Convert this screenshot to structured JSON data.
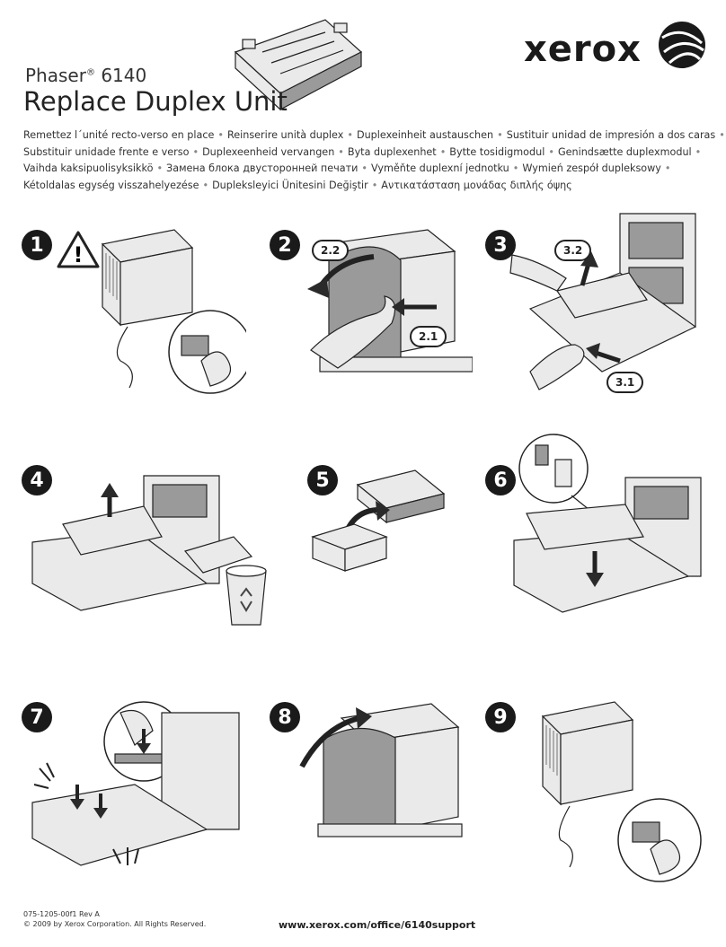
{
  "brand": {
    "name": "xerox",
    "logo_icon": "xerox-sphere-icon"
  },
  "product": {
    "model": "Phaser",
    "registered": "®",
    "number": "6140"
  },
  "title": "Replace Duplex Unit",
  "translations": [
    [
      "Remettez l´unité recto-verso en place",
      "Reinserire unità duplex",
      "Duplexeinheit austauschen",
      "Sustituir unidad de impresión a dos caras"
    ],
    [
      "Substituir unidade frente e verso",
      "Duplexeenheid vervangen",
      "Byta duplexenhet",
      "Bytte tosidigmodul",
      "Genindsætte duplexmodul"
    ],
    [
      "Vaihda kaksipuolisyksikkö",
      "Замена блока двусторонней печати",
      "Vyměňte duplexní jednotku",
      "Wymień zespół dupleksowy"
    ],
    [
      "Kétoldalas egység visszahelyezése",
      "Dupleksleyici Ünitesini Değiştir",
      "Αντικατάσταση μονάδας διπλής όψης"
    ]
  ],
  "separator": "•",
  "steps": [
    {
      "num": "1",
      "icon": "warning-triangle-icon",
      "warning_glyph": "!"
    },
    {
      "num": "2",
      "callouts": [
        "2.2",
        "2.1"
      ]
    },
    {
      "num": "3",
      "callouts": [
        "3.2",
        "3.1"
      ]
    },
    {
      "num": "4",
      "icon": "recycle-bin-icon"
    },
    {
      "num": "5",
      "icon": "box-icon"
    },
    {
      "num": "6"
    },
    {
      "num": "7"
    },
    {
      "num": "8"
    },
    {
      "num": "9"
    }
  ],
  "footer": {
    "doc_id": "075-1205-00f1 Rev A",
    "copyright": "© 2009 by Xerox Corporation.  All Rights Reserved.",
    "url": "www.xerox.com/office/6140support"
  }
}
